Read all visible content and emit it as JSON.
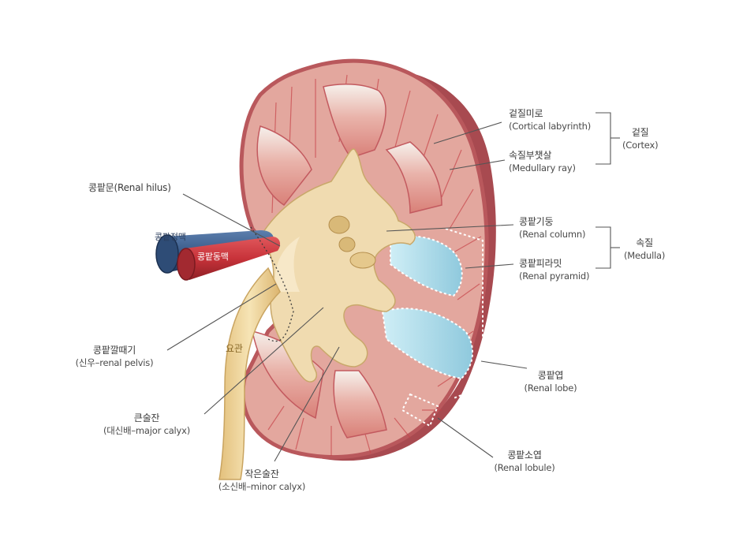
{
  "labels": {
    "cortical_labyrinth": {
      "ko": "겉질미로",
      "en": "(Cortical labyrinth)"
    },
    "medullary_ray": {
      "ko": "속질부챗살",
      "en": "(Medullary ray)"
    },
    "cortex": {
      "ko": "겉질",
      "en": "(Cortex)"
    },
    "renal_hilus": {
      "ko": "콩팥문(Renal hilus)"
    },
    "renal_vein": {
      "ko": "콩팥정맥"
    },
    "renal_artery": {
      "ko": "콩팥동맥"
    },
    "renal_column": {
      "ko": "콩팥기둥",
      "en": "(Renal column)"
    },
    "medulla": {
      "ko": "속질",
      "en": "(Medulla)"
    },
    "renal_pyramid": {
      "ko": "콩팥피라밋",
      "en": "(Renal pyramid)"
    },
    "renal_pelvis": {
      "ko": "콩팥깔때기",
      "en": "(신우–renal pelvis)"
    },
    "ureter": {
      "ko": "요관"
    },
    "major_calyx": {
      "ko": "큰술잔",
      "en": "(대신배–major calyx)"
    },
    "minor_calyx": {
      "ko": "작은술잔",
      "en": "(소신배–minor calyx)"
    },
    "renal_lobe": {
      "ko": "콩팥엽",
      "en": "(Renal lobe)"
    },
    "renal_lobule": {
      "ko": "콩팥소엽",
      "en": "(Renal lobule)"
    }
  },
  "colors": {
    "capsule": "#b9585c",
    "cortex": "#e2a79f",
    "pyramid": "#d9827c",
    "pyramid_highlight": "#a9dbe9",
    "pelvis": "#ecd7a2",
    "sinus": "#f3e3c4",
    "artery": "#c8333a",
    "vein": "#35557f",
    "leader_line": "#555555"
  }
}
